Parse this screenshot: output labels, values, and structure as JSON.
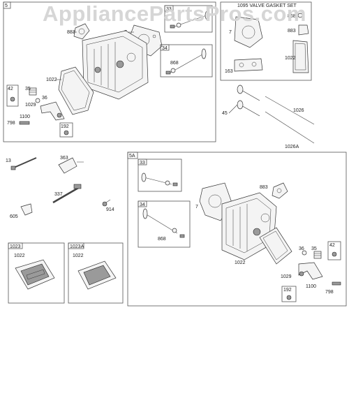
{
  "watermark": "AppliancePartsPros.com",
  "groups": {
    "g5": "5",
    "g5a": "5A",
    "g1023": "1023",
    "g1023a": "1023A",
    "gasket_set": "1095 VALVE GASKET SET"
  },
  "subboxes": {
    "b33_top": "33",
    "b34_top": "34",
    "b42_top": "42",
    "b192_top": "192",
    "b33_mid": "33",
    "b34_mid": "34",
    "b42_mid": "42",
    "b192_mid": "192"
  },
  "labels": {
    "p883_a": "883",
    "p7_a": "7",
    "p1022_a": "1022",
    "p35_a": "35",
    "p36_a": "36",
    "p1029_a": "1029",
    "p1100_a": "1100",
    "p798_a": "798",
    "p868_a": "868",
    "p7_b": "7",
    "p868_b": "868",
    "p883_b": "883",
    "p1022_b": "1022",
    "p163": "163",
    "p45": "45",
    "p1026": "1026",
    "p1026a": "1026A",
    "p13": "13",
    "p363": "363",
    "p337": "337",
    "p914": "914",
    "p605": "605",
    "p883_c": "883",
    "p7_c": "7",
    "p868_c": "868",
    "p1022_c": "1022",
    "p36_c": "36",
    "p35_c": "35",
    "p1029_c": "1029",
    "p1100_c": "1100",
    "p798_c": "798",
    "p1022_d": "1022",
    "p1022_e": "1022"
  }
}
